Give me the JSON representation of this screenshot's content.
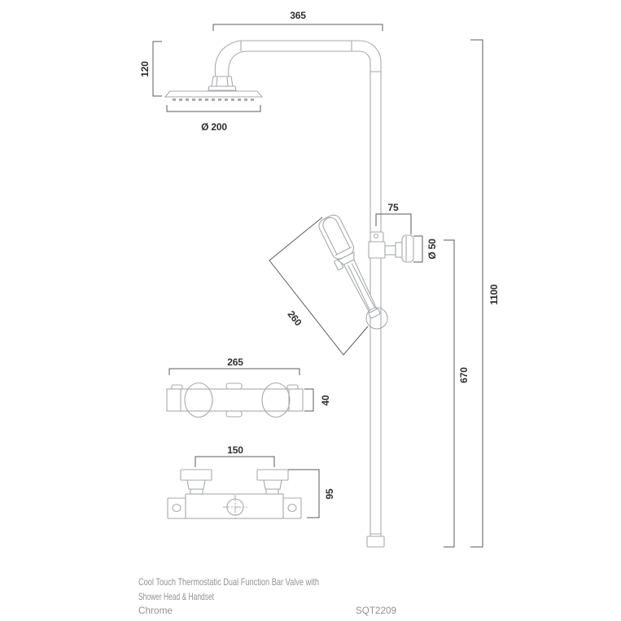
{
  "drawing": {
    "title_block": {
      "caption_line1": "Cool Touch Thermostatic Dual Function Bar Valve with",
      "caption_line2": "Shower Head & Handset",
      "finish": "Chrome",
      "product_code": "SQT2209"
    },
    "dimensions": {
      "arm_projection": "365",
      "head_drop": "120",
      "head_diameter": "Ø 200",
      "bracket_projection": "75",
      "bracket_diameter": "Ø 50",
      "handset_length": "260",
      "total_height": "1100",
      "rail_height": "670",
      "valve_width": "265",
      "valve_depth": "40",
      "inlet_centres": "150",
      "valve_height": "95"
    },
    "colors": {
      "background": "#ffffff",
      "product_outline": "#a7aaad",
      "dimension_line": "#595b5e",
      "dimension_text": "#2d2f31",
      "caption_text": "#8f9295"
    }
  }
}
